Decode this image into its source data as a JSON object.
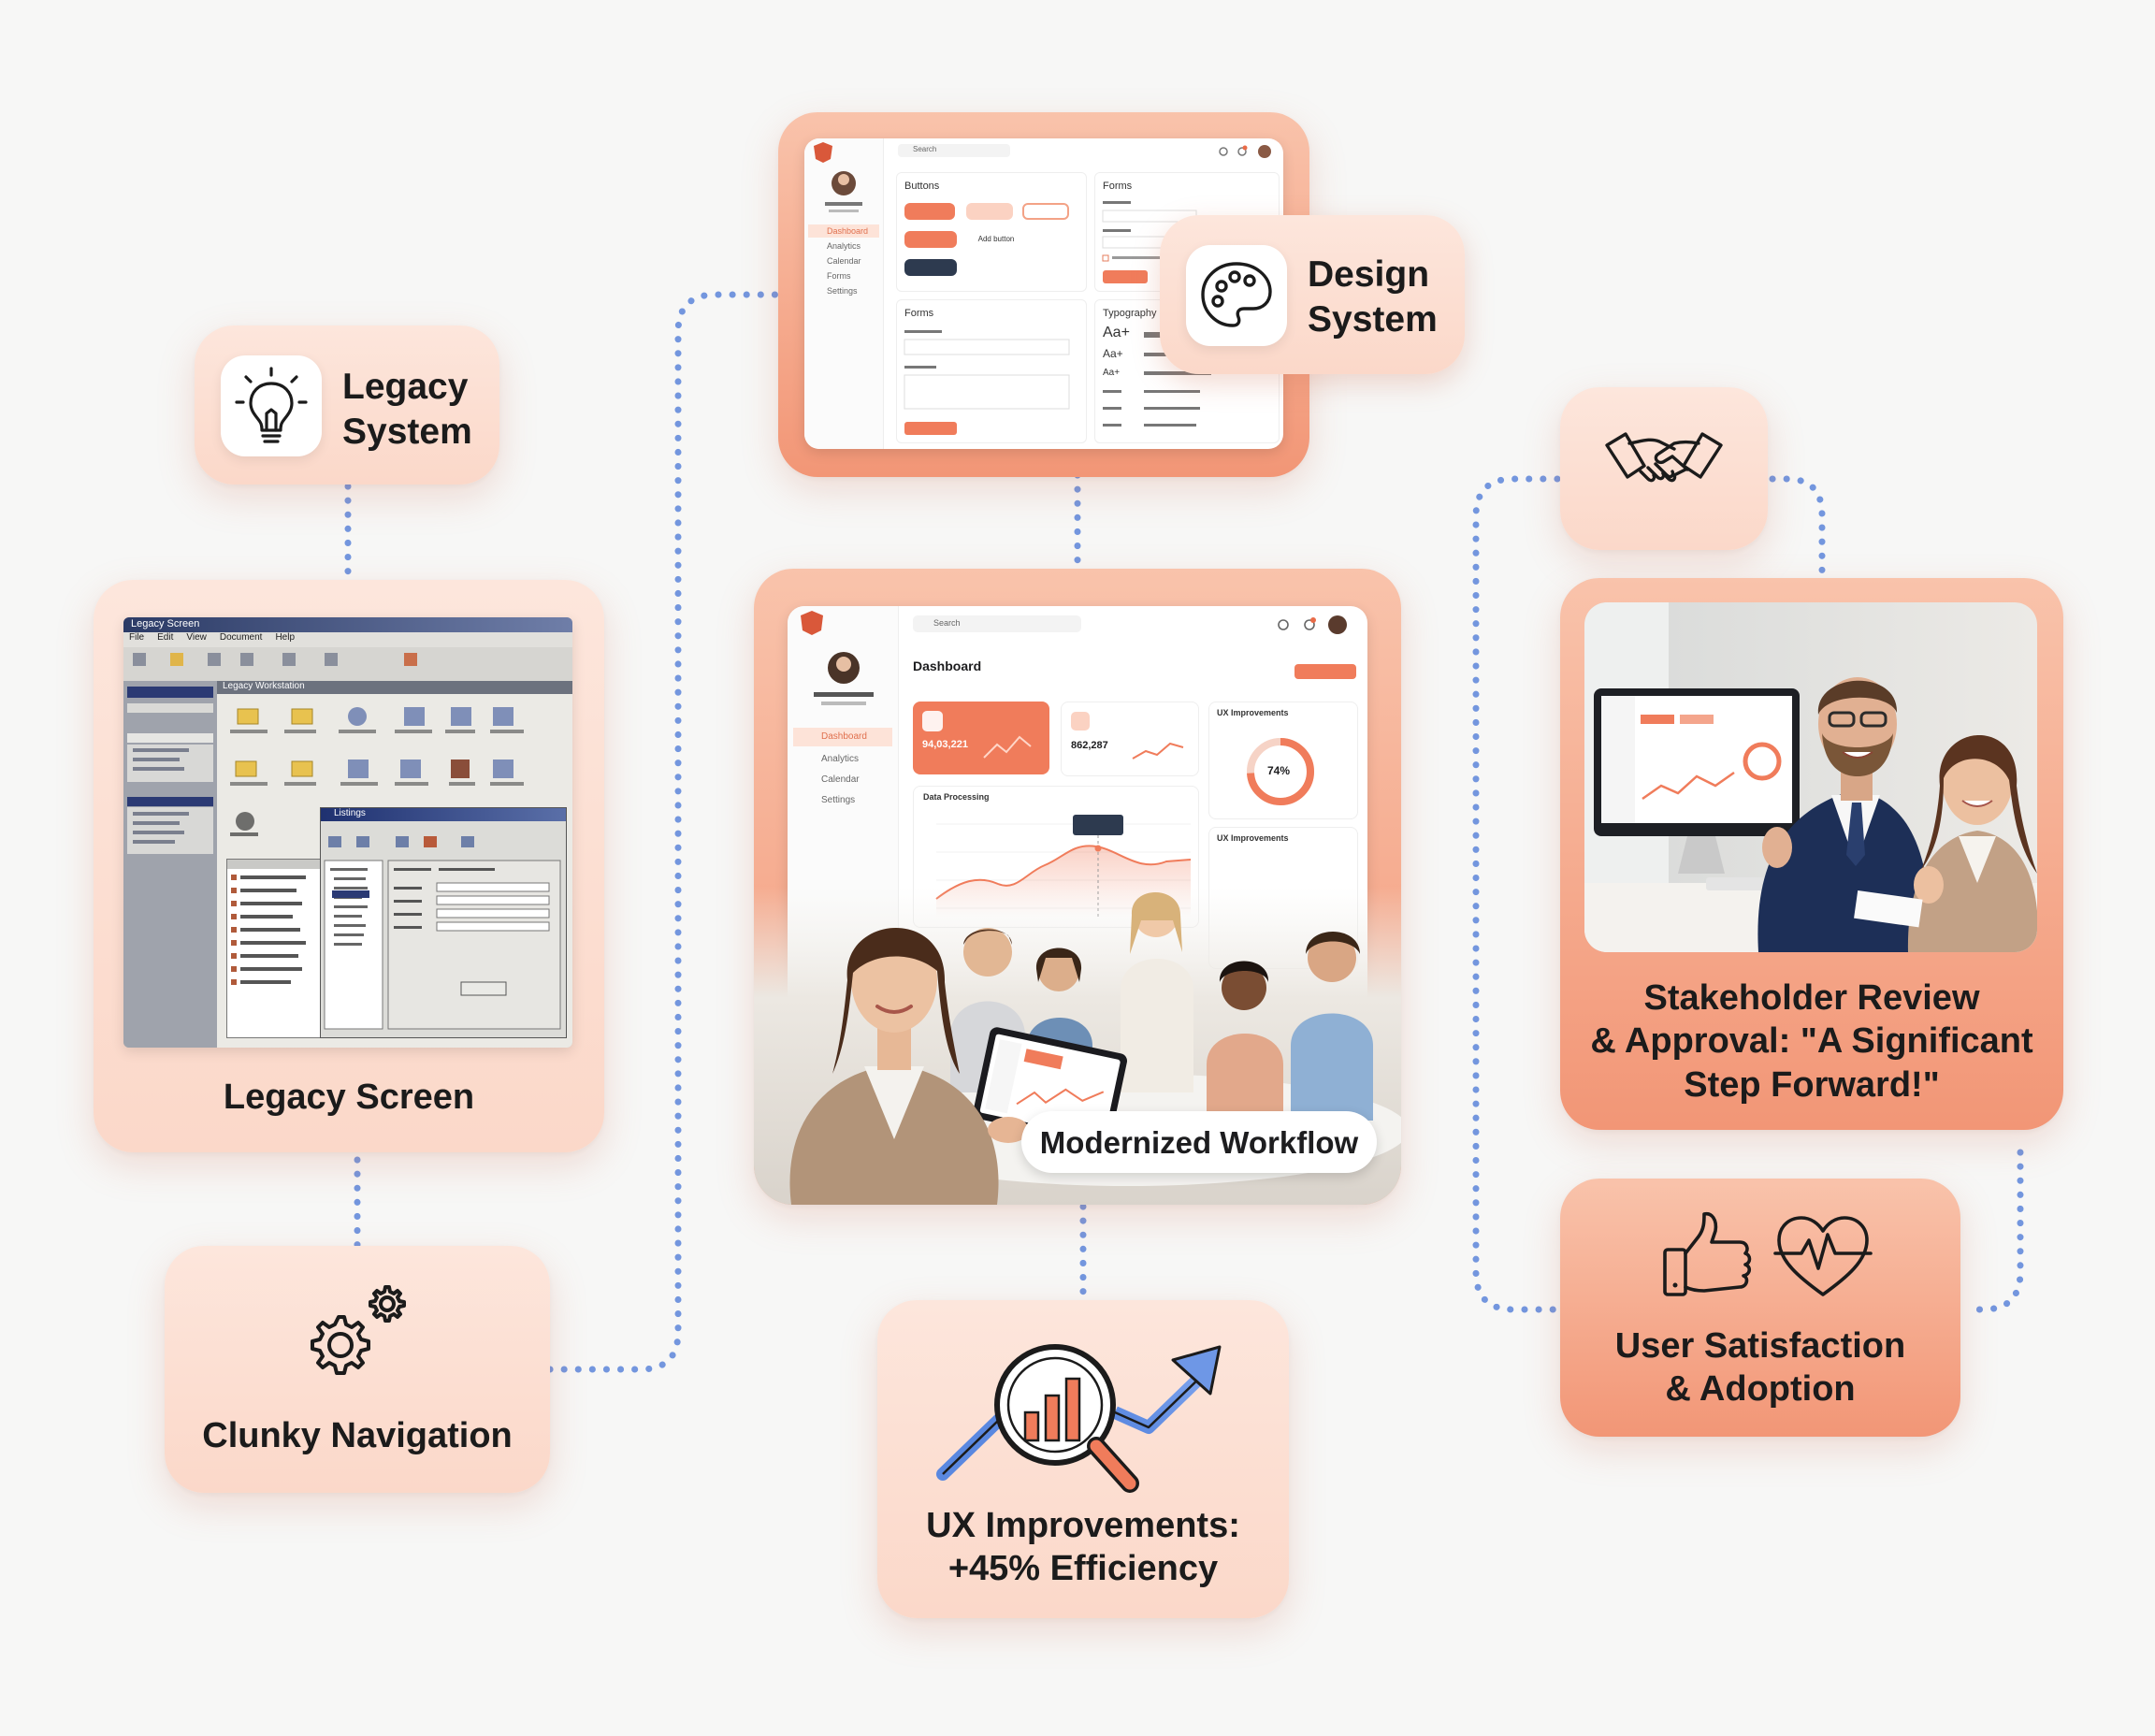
{
  "legacy_system": {
    "title_line1": "Legacy",
    "title_line2": "System",
    "icon": "lightbulb-icon"
  },
  "legacy_screen": {
    "caption": "Legacy Screen",
    "window_title": "Legacy Screen",
    "menu": [
      "File",
      "Edit",
      "View",
      "Document",
      "Help"
    ],
    "subwindow_title": "Legacy Workstation",
    "dialog_title": "Listings"
  },
  "clunky_navigation": {
    "caption": "Clunky Navigation",
    "icon": "gears-icon"
  },
  "design_system": {
    "title_line1": "Design",
    "title_line2": "System",
    "icon": "palette-icon",
    "panels": {
      "buttons": "Buttons",
      "add_button": "Add button",
      "forms_right": "Forms",
      "forms": "Forms",
      "typography": "Typography",
      "type_samples": [
        "Aa+",
        "Aa+",
        "Aa+"
      ]
    },
    "sidebar": [
      "Dashboard",
      "Analytics",
      "Calendar",
      "Forms",
      "Settings"
    ],
    "search_placeholder": "Search"
  },
  "modernized_workflow": {
    "caption": "Modernized Workflow",
    "dashboard_title": "Dashboard",
    "search_placeholder": "Search",
    "sidebar": [
      "Dashboard",
      "Analytics",
      "Calendar",
      "Settings"
    ],
    "kpi_1": "94,03,221",
    "kpi_2": "862,287",
    "ux_title": "UX Improvements",
    "gauge_value": "74%",
    "chart_title": "Data Processing",
    "ux_title_2": "UX Improvements"
  },
  "ux_improvements": {
    "caption_line1": "UX Improvements:",
    "caption_line2": "+45% Efficiency",
    "icon": "analytics-growth-icon"
  },
  "handshake": {
    "icon": "handshake-icon"
  },
  "stakeholder_review": {
    "caption_line1": "Stakeholder Review",
    "caption_line2": "& Approval: \"A Significant",
    "caption_line3": "Step Forward!\""
  },
  "user_satisfaction": {
    "caption_line1": "User Satisfaction",
    "caption_line2": "& Adoption",
    "icons": [
      "thumbs-up-icon",
      "heart-pulse-icon"
    ]
  },
  "colors": {
    "accent": "#f0805f",
    "connector": "#7396de",
    "card_light": "#fde3d6",
    "card_strong": "#f39a7a"
  }
}
